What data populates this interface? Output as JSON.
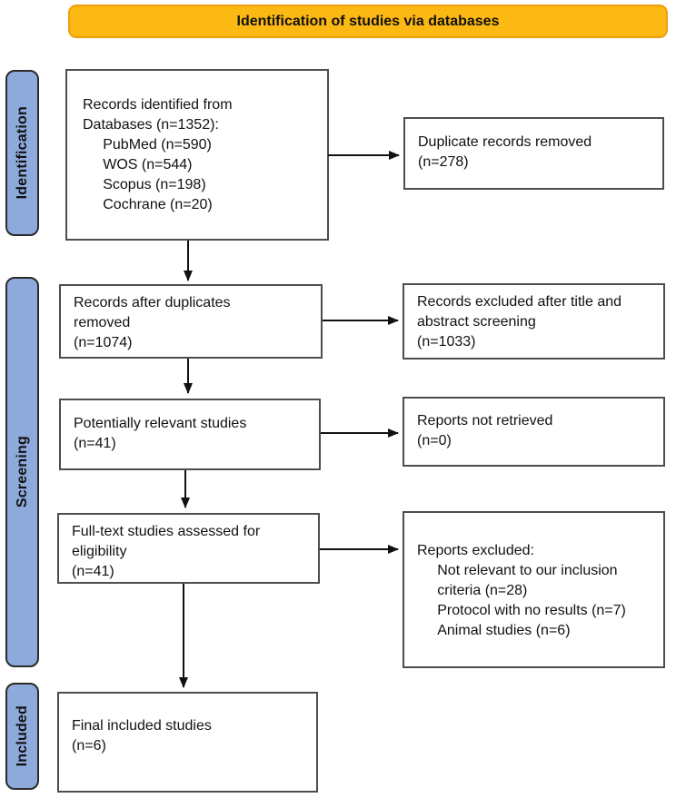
{
  "banner": {
    "title": "Identification of studies via databases"
  },
  "stages": {
    "identification": "Identification",
    "screening": "Screening",
    "included": "Included"
  },
  "boxes": {
    "records_identified": "Records identified from\nDatabases (n=1352):\n     PubMed (n=590)\n     WOS (n=544)\n     Scopus (n=198)\n     Cochrane (n=20)",
    "duplicate_records_removed": "Duplicate records removed\n(n=278)",
    "records_after_duplicates": "Records after duplicates\nremoved\n(n=1074)",
    "records_excluded_title_abstract": "Records excluded after title and\nabstract screening\n(n=1033)",
    "potentially_relevant": "Potentially relevant studies\n(n=41)",
    "reports_not_retrieved": "Reports not retrieved\n(n=0)",
    "fulltext_assessed": "Full-text studies assessed for\neligibility\n(n=41)",
    "reports_excluded": "Reports excluded:\n     Not relevant to our inclusion\n     criteria (n=28)\n     Protocol with no results (n=7)\n     Animal studies (n=6)",
    "final_included": "Final included studies\n(n=6)"
  },
  "colors": {
    "banner-bg": "#fcb813",
    "banner-border": "#ed9f10",
    "stage-bg": "#8ea9db",
    "stage-border": "#2b2b2b",
    "box-border": "#4d4d4d",
    "arrow": "#111111",
    "text": "#111111",
    "page-bg": "#ffffff"
  }
}
